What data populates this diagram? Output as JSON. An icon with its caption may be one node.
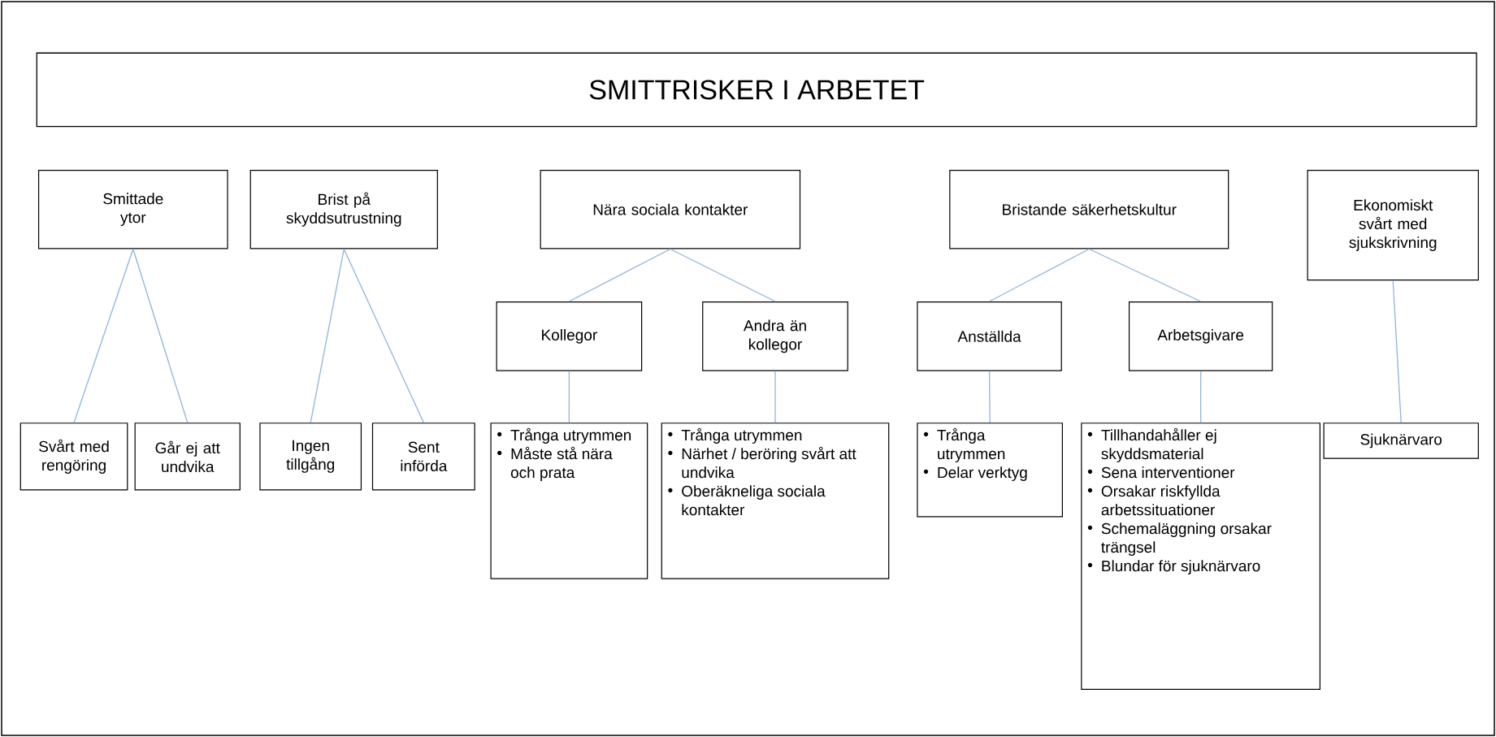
{
  "diagram": {
    "title": "SMITTRISKER I ARBETET",
    "nodes": [
      {
        "text": [
          "Smittade ytor"
        ]
      },
      {
        "text": [
          "Brist på skyddsutrustning"
        ]
      },
      {
        "text": [
          "Nära sociala kontakter"
        ]
      },
      {
        "text": [
          "Bristande säkerhetskultur"
        ]
      },
      {
        "text": [
          "Ekonomiskt svårt med sjukskrivning"
        ]
      },
      {
        "text": [
          "Kollegor"
        ]
      },
      {
        "text": [
          "Andra än kollegor"
        ]
      },
      {
        "text": [
          "Anställda"
        ]
      },
      {
        "text": [
          "Arbetsgivare"
        ]
      },
      {
        "text": [
          "Svårt med rengöring"
        ]
      },
      {
        "text": [
          "Går ej att undvika"
        ]
      },
      {
        "text": [
          "Ingen tillgång"
        ]
      },
      {
        "text": [
          "Sent införda"
        ]
      },
      {
        "text": [
          "Trånga utrymmen",
          "Måste stå nära och prata"
        ]
      },
      {
        "text": [
          "Trånga utrymmen",
          "Närhet / beröring svårt att undvika",
          "Oberäkneliga sociala kontakter"
        ]
      },
      {
        "text": [
          "Trånga utrymmen",
          "Delar verktyg"
        ]
      },
      {
        "text": [
          "Tillhandahåller ej skyddsmaterial",
          "Sena interventioner",
          "Orsakar riskfyllda arbetssituationer",
          "Schemaläggning orsakar trängsel",
          "Blundar för sjuknärvaro"
        ]
      },
      {
        "text": [
          "Sjuknärvaro"
        ]
      }
    ],
    "edges": [
      {
        "from": 0,
        "to": 9,
        "arrow": "none"
      },
      {
        "from": 0,
        "to": 10,
        "arrow": "none"
      },
      {
        "from": 1,
        "to": 11,
        "arrow": "none"
      },
      {
        "from": 1,
        "to": 12,
        "arrow": "none"
      },
      {
        "from": 2,
        "to": 5,
        "arrow": "none"
      },
      {
        "from": 2,
        "to": 6,
        "arrow": "none"
      },
      {
        "from": 5,
        "to": 13,
        "arrow": "none"
      },
      {
        "from": 6,
        "to": 14,
        "arrow": "none"
      },
      {
        "from": 3,
        "to": 7,
        "arrow": "none"
      },
      {
        "from": 3,
        "to": 8,
        "arrow": "none"
      },
      {
        "from": 7,
        "to": 15,
        "arrow": "none"
      },
      {
        "from": 8,
        "to": 16,
        "arrow": "none"
      },
      {
        "from": 4,
        "to": 17,
        "arrow": "none"
      }
    ]
  }
}
